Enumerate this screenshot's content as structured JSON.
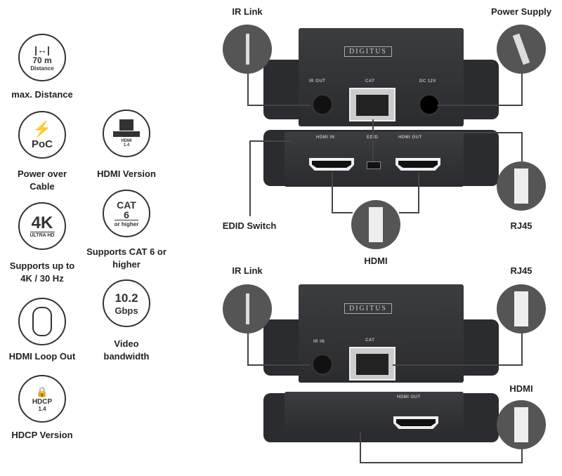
{
  "features": [
    {
      "icon": "distance-icon",
      "value": "70 m",
      "sub": "Distance",
      "label": "max. Distance"
    },
    {
      "icon": "lightning-icon",
      "value": "PoC",
      "label": "Power over Cable"
    },
    {
      "icon": "hdmi-port-icon",
      "value": "HDMI",
      "sub": "1.4",
      "label": "HDMI Version"
    },
    {
      "icon": "4k-icon",
      "value": "4K",
      "sub": "ULTRA HD",
      "label": "Supports up to 4K / 30 Hz"
    },
    {
      "icon": "cat-icon",
      "value": "CAT 6",
      "sub": "or higher",
      "label": "Supports CAT 6 or higher"
    },
    {
      "icon": "hdmi-cable-icon",
      "label": "HDMI Loop Out"
    },
    {
      "icon": "bandwidth-icon",
      "value": "10.2",
      "sub": "Gbps",
      "label": "Video bandwidth"
    },
    {
      "icon": "hdcp-icon",
      "value": "HDCP",
      "sub": "1.4",
      "label": "HDCP Version"
    }
  ],
  "transmitter": {
    "brand": "DIGITUS",
    "ports": {
      "ir": "IR OUT",
      "cat": "CAT",
      "dc": "DC 12V",
      "hdmi_in": "HDMI IN",
      "edid": "EDID",
      "hdmi_out": "HDMI OUT"
    },
    "callouts": {
      "ir": "IR Link",
      "power": "Power Supply",
      "edid": "EDID Switch",
      "hdmi": "HDMI",
      "rj45": "RJ45"
    }
  },
  "receiver": {
    "brand": "DIGITUS",
    "ports": {
      "ir": "IR IN",
      "cat": "CAT",
      "hdmi_out": "HDMI OUT"
    },
    "callouts": {
      "ir": "IR Link",
      "rj45": "RJ45",
      "hdmi": "HDMI"
    }
  }
}
